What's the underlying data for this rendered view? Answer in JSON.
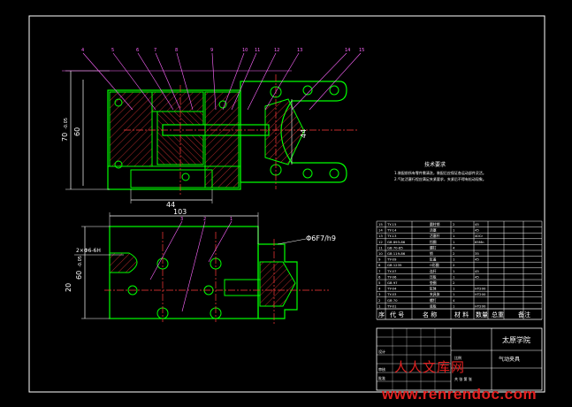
{
  "drawing": {
    "tech_title": "技术要求",
    "tech_notes": [
      "1.装配前所有零件需清洗，装配后应保证各运动部件灵活。",
      "2.气缸活塞行程应满足夹紧要求，夹紧后不得有松动现象。"
    ],
    "part_numbers": [
      "4",
      "5",
      "6",
      "7",
      "8",
      "9",
      "10",
      "11",
      "12",
      "13",
      "14",
      "15"
    ],
    "bottom_part_numbers": [
      "3",
      "2",
      "1"
    ],
    "dimensions": {
      "height_total": "70",
      "height_total_tol": "-0.05",
      "height_inner": "60",
      "width_right": "44",
      "width_bottom": "44",
      "top_width": "103",
      "left_dim": "20",
      "left_dim_tol": "-0.05",
      "hole_label": "2×Φ6-6H",
      "fit_label": "Φ6F7/h9",
      "bottom_height": "60",
      "bottom_height_tol": "-0.05"
    },
    "bom": {
      "rows": [
        {
          "no": "15",
          "code": "TY-15",
          "name": "圆柱销",
          "qty": "2",
          "mat": "45",
          "note": ""
        },
        {
          "no": "14",
          "code": "TY-14",
          "name": "活塞",
          "qty": "1",
          "mat": "45",
          "note": ""
        },
        {
          "no": "13",
          "code": "TY-13",
          "name": "活塞杆",
          "qty": "1",
          "mat": "40Cr",
          "note": ""
        },
        {
          "no": "12",
          "code": "GB 893-86",
          "name": "挡圈",
          "qty": "1",
          "mat": "65Mn",
          "note": ""
        },
        {
          "no": "11",
          "code": "GB 70-85",
          "name": "螺钉",
          "qty": "4",
          "mat": "",
          "note": ""
        },
        {
          "no": "10",
          "code": "GB 119-86",
          "name": "销",
          "qty": "2",
          "mat": "35",
          "note": ""
        },
        {
          "no": "9",
          "code": "TY-09",
          "name": "缸盖",
          "qty": "1",
          "mat": "45",
          "note": ""
        },
        {
          "no": "8",
          "code": "GB 1235",
          "name": "O形圈",
          "qty": "2",
          "mat": "",
          "note": ""
        },
        {
          "no": "7",
          "code": "TY-07",
          "name": "连杆",
          "qty": "1",
          "mat": "45",
          "note": ""
        },
        {
          "no": "6",
          "code": "TY-06",
          "name": "压板",
          "qty": "1",
          "mat": "45",
          "note": ""
        },
        {
          "no": "5",
          "code": "GB 97",
          "name": "垫圈",
          "qty": "2",
          "mat": "",
          "note": ""
        },
        {
          "no": "4",
          "code": "TY-04",
          "name": "缸体",
          "qty": "1",
          "mat": "HT200",
          "note": ""
        },
        {
          "no": "3",
          "code": "TY-03",
          "name": "夹具体",
          "qty": "1",
          "mat": "HT200",
          "note": ""
        },
        {
          "no": "2",
          "code": "GB 70",
          "name": "螺钉",
          "qty": "4",
          "mat": "",
          "note": ""
        },
        {
          "no": "1",
          "code": "TY-01",
          "name": "底板",
          "qty": "1",
          "mat": "HT200",
          "note": ""
        }
      ],
      "header": [
        "序",
        "代 号",
        "名 称",
        "材 料",
        "数量",
        "总重",
        "备注"
      ]
    },
    "title_block": {
      "school": "太原学院",
      "drawing_name": "气动夹具",
      "scale_label": "比例",
      "sheet_label": "共 张 第 张",
      "designer": "设计",
      "checker": "审核",
      "approver": "批准"
    }
  },
  "watermark": {
    "cn": "人人文库网",
    "url": "www.renrendoc.com"
  },
  "colors": {
    "frame": "#ffffff",
    "outline": "#00ff00",
    "hatch": "#ff3b3b",
    "center": "#ff3b3b",
    "dim": "#ffffff",
    "leader": "#ff66ff",
    "text_red": "#ff3333",
    "watermark": "#e02020"
  }
}
